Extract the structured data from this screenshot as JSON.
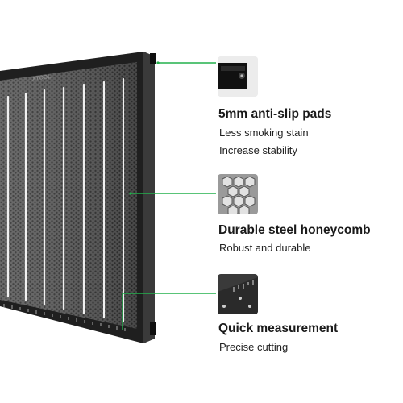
{
  "brand_label": "XTOOL",
  "accent_color": "#22b14c",
  "features": [
    {
      "icon": "anti-slip-pad-icon",
      "title": "5mm anti-slip pads",
      "descriptions": [
        "Less smoking stain",
        "Increase stability"
      ]
    },
    {
      "icon": "honeycomb-icon",
      "title": "Durable steel honeycomb",
      "descriptions": [
        "Robust and durable"
      ]
    },
    {
      "icon": "measurement-ruler-icon",
      "title": "Quick measurement",
      "descriptions": [
        "Precise cutting"
      ]
    }
  ]
}
